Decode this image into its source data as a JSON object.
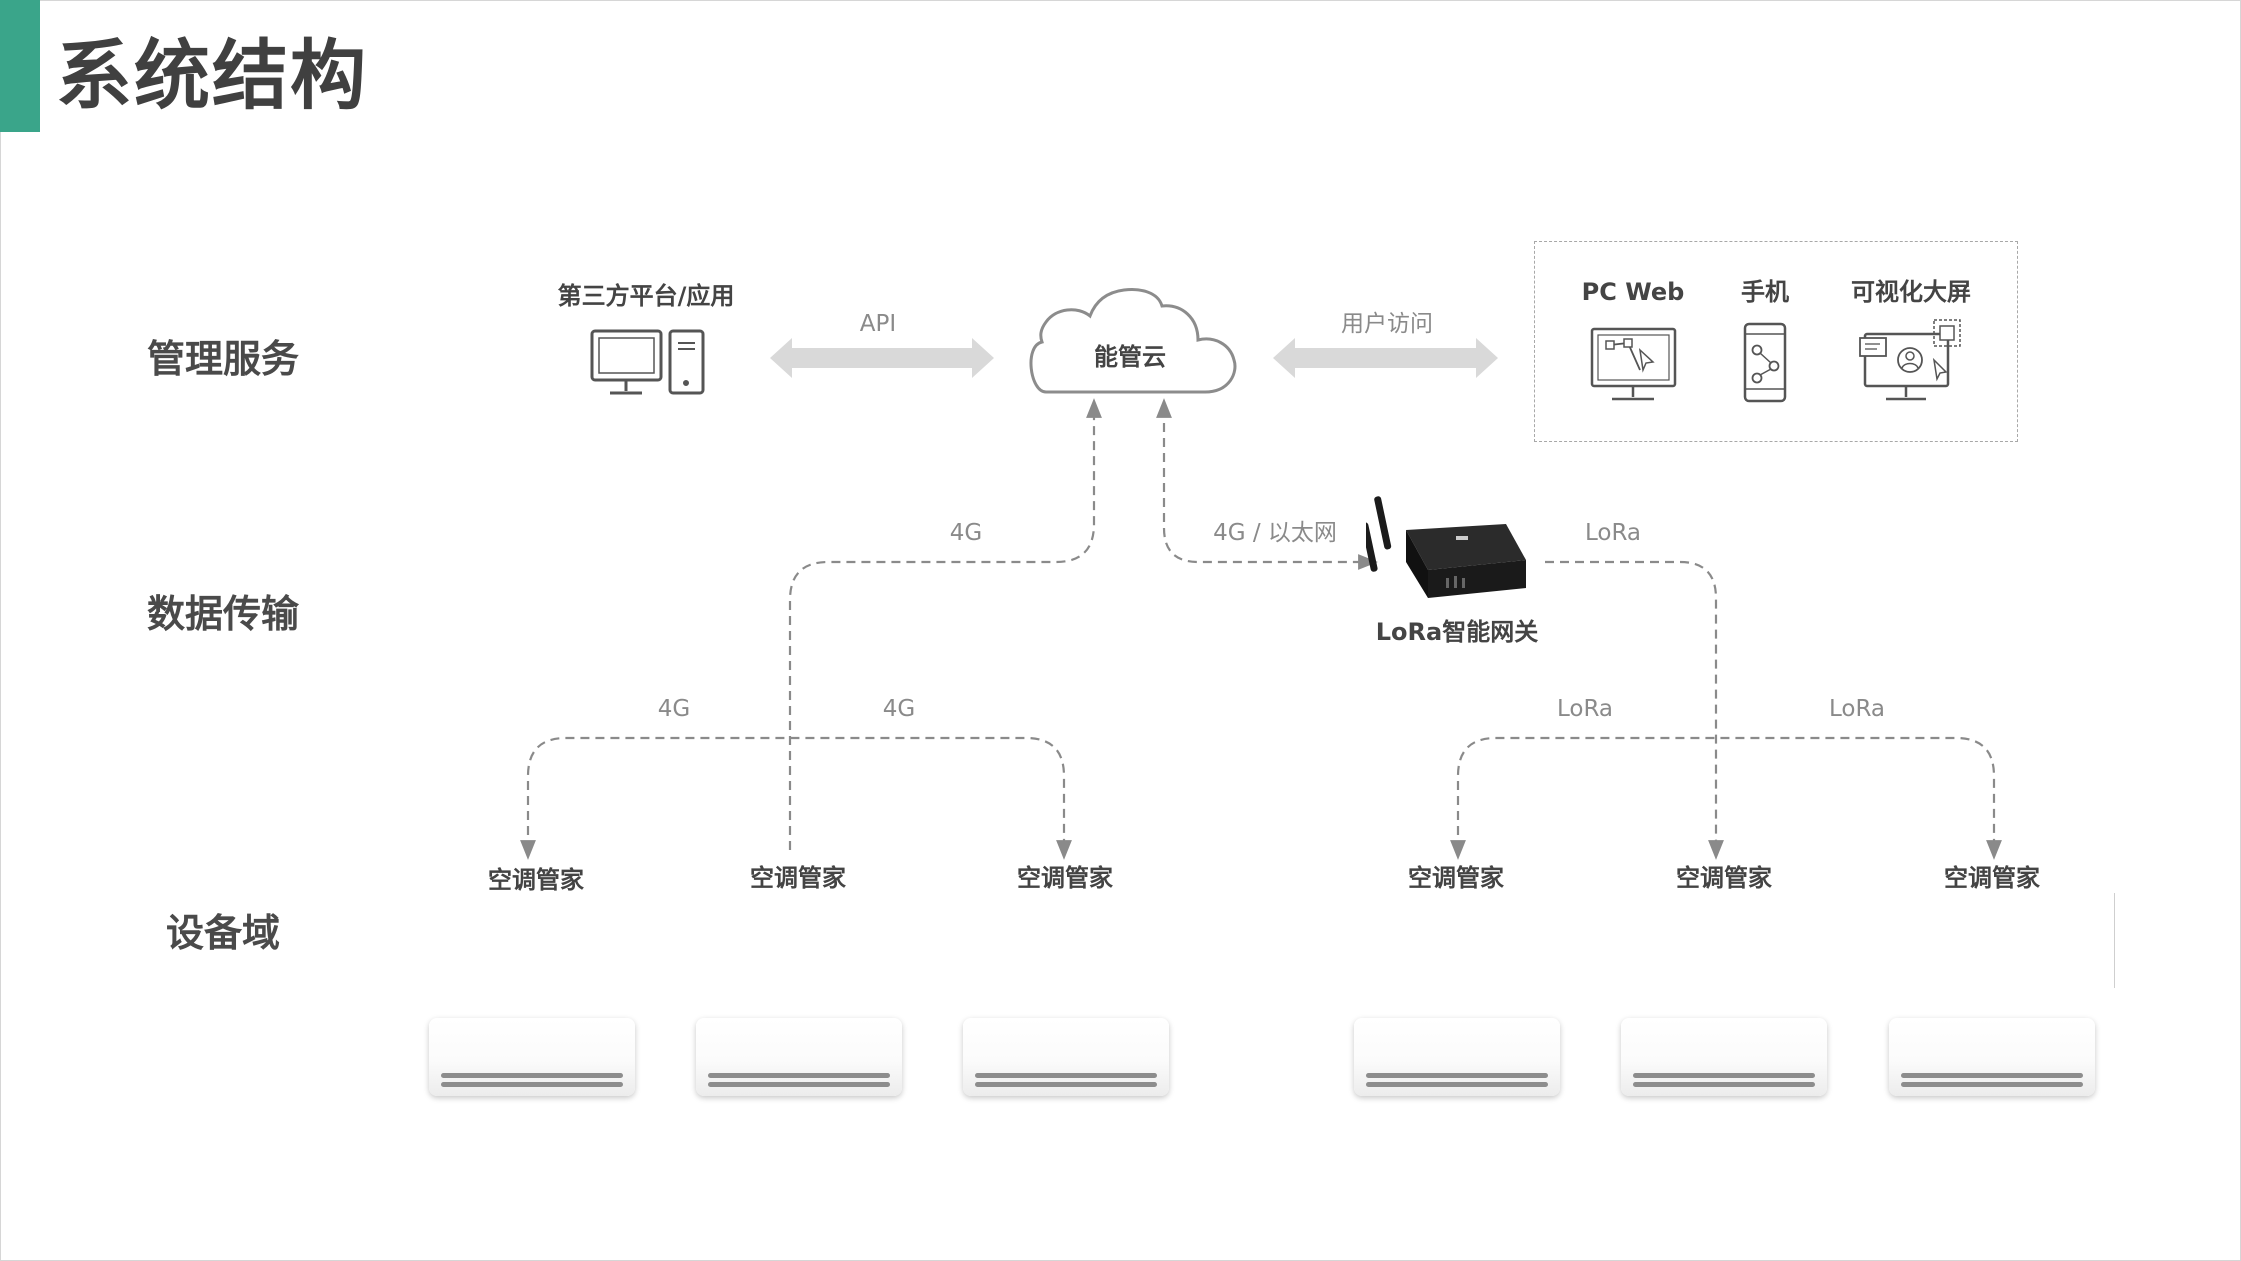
{
  "page": {
    "title": "系统结构"
  },
  "layers": {
    "management": "管理服务",
    "transmission": "数据传输",
    "device": "设备域"
  },
  "nodes": {
    "third_party": "第三方平台/应用",
    "cloud": "能管云",
    "gateway": "LoRa智能网关",
    "clients": {
      "pc_web": "PC Web",
      "phone": "手机",
      "big_screen": "可视化大屏"
    },
    "ac_managers": [
      "空调管家",
      "空调管家",
      "空调管家",
      "空调管家",
      "空调管家",
      "空调管家"
    ]
  },
  "links": {
    "api": "API",
    "user_access": "用户访问",
    "cloud_4g": "4G",
    "cloud_4g_ethernet": "4G / 以太网",
    "gateway_lora": "LoRa",
    "branch_left_a": "4G",
    "branch_left_b": "4G",
    "branch_right_a": "LoRa",
    "branch_right_b": "LoRa"
  },
  "colors": {
    "accent": "#3aa58a",
    "title_text": "#404040",
    "dashed_line": "#8a8a8a",
    "double_arrow": "#d9d9d9"
  }
}
